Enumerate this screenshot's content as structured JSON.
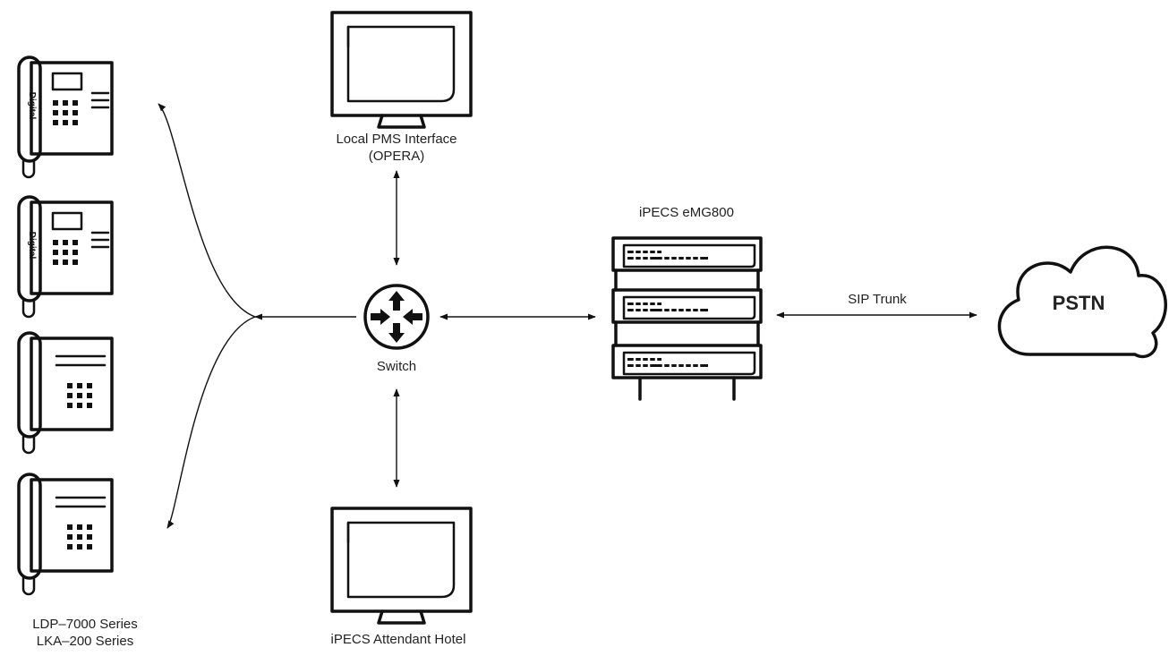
{
  "nodes": {
    "pms": {
      "line1": "Local PMS Interface",
      "line2": "(OPERA)",
      "icon": "monitor-icon"
    },
    "attendant": {
      "label": "iPECS Attendant Hotel",
      "icon": "monitor-icon"
    },
    "switch": {
      "label": "Switch",
      "icon": "switch-icon"
    },
    "emg": {
      "label": "iPECS eMG800",
      "icon": "server-rack-icon"
    },
    "pstn": {
      "label": "PSTN",
      "icon": "cloud-icon"
    },
    "phones": {
      "line1": "LDP–7000 Series",
      "line2": "LKA–200 Series",
      "digital_badge": "Digital",
      "icon": "desk-phone-icon"
    }
  },
  "links": {
    "trunk_label": "SIP Trunk"
  }
}
